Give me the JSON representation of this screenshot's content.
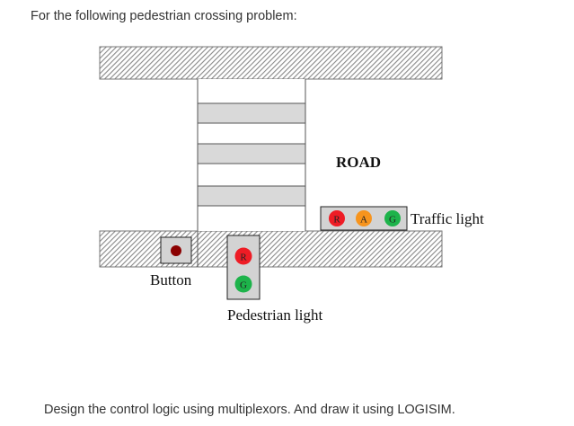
{
  "question": {
    "intro": "For the following pedestrian crossing problem:",
    "instruction": "Design the control logic using multiplexors. And draw it using LOGISIM."
  },
  "diagram": {
    "road_label": "ROAD",
    "traffic_light": {
      "label": "Traffic light",
      "lamps": [
        {
          "letter": "R",
          "color": "#ee1c25"
        },
        {
          "letter": "A",
          "color": "#f7941d"
        },
        {
          "letter": "G",
          "color": "#1db34a"
        }
      ]
    },
    "pedestrian_light": {
      "label": "Pedestrian light",
      "lamps": [
        {
          "letter": "R",
          "color": "#ee1c25"
        },
        {
          "letter": "G",
          "color": "#1db34a"
        }
      ]
    },
    "button": {
      "label": "Button",
      "color": "#8b0000"
    }
  }
}
